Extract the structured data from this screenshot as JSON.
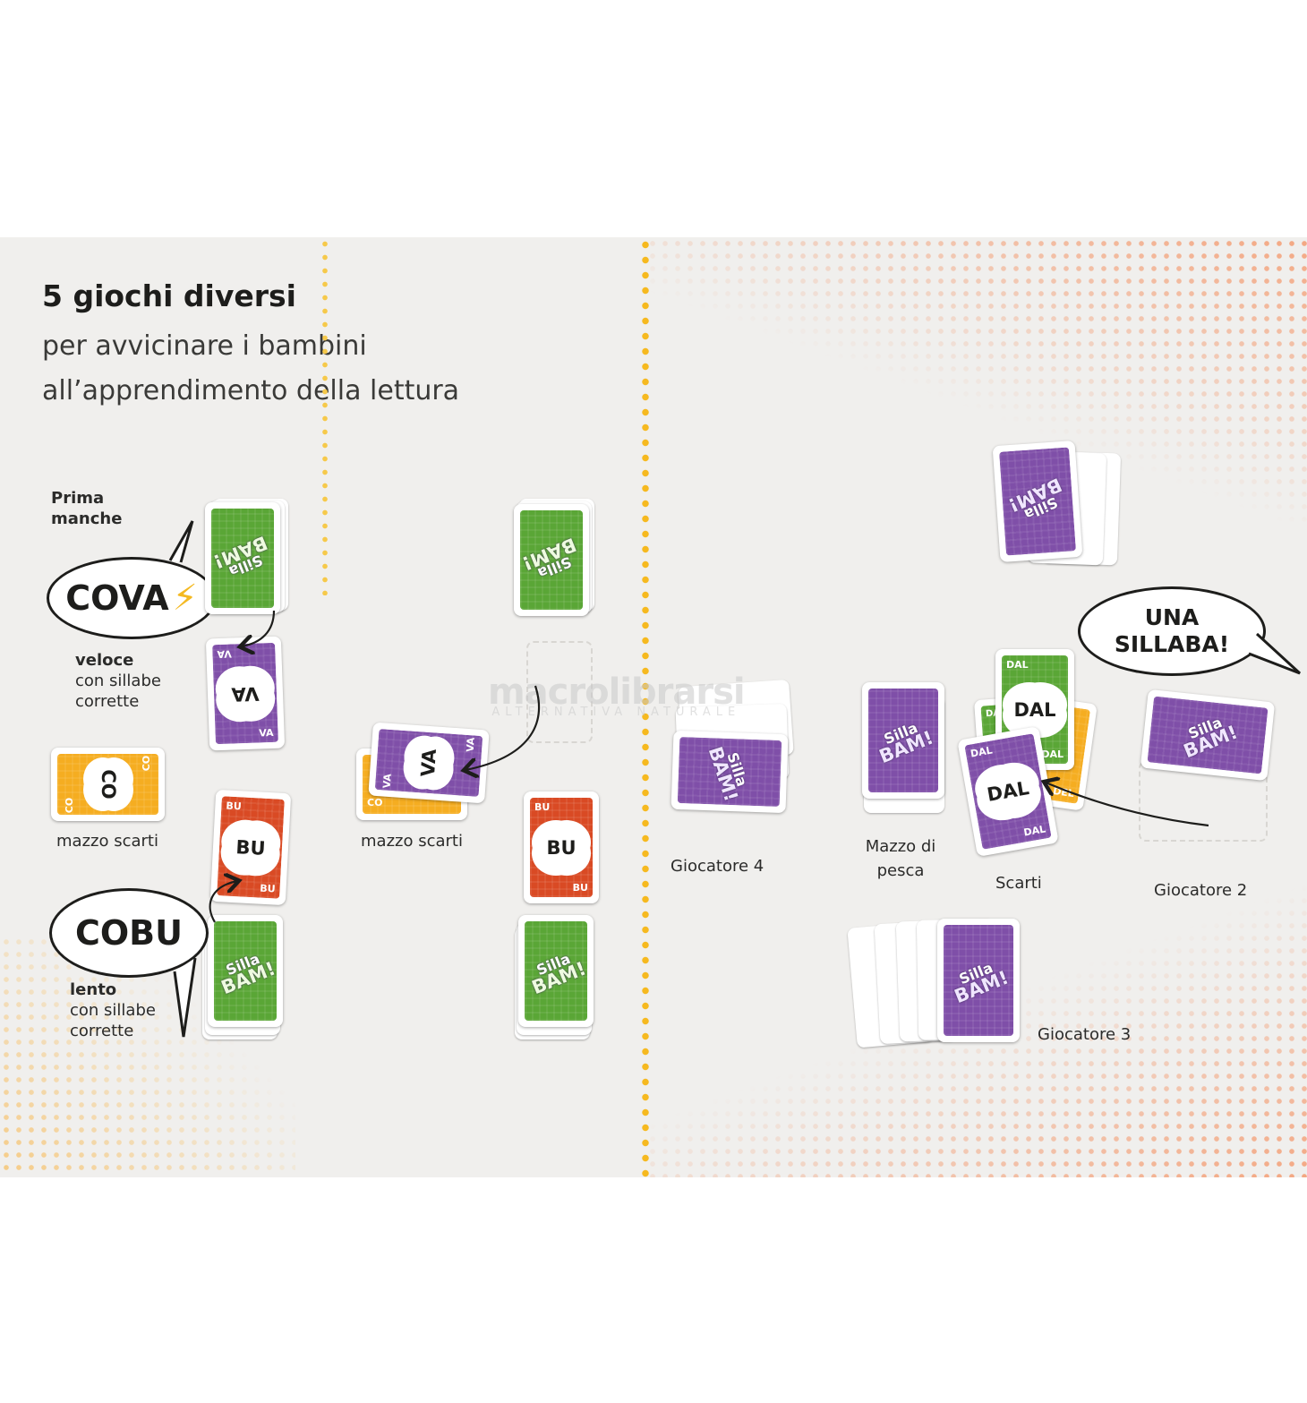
{
  "heading": {
    "title": "5 giochi diversi",
    "subtitle_line1": "per avvicinare i bambini",
    "subtitle_line2": "all’apprendimento della lettura"
  },
  "left_page": {
    "section_label": "Prima manche",
    "bubble_fast": "COVA",
    "fast_label_bold": "veloce",
    "fast_label_rest": "con sillabe corrette",
    "bubble_slow": "COBU",
    "slow_label_bold": "lento",
    "slow_label_rest": "con sillabe corrette",
    "discard_label_1": "mazzo scarti",
    "discard_label_2": "mazzo scarti",
    "card_co": "CO",
    "card_va": "VA",
    "card_bu": "BU",
    "logo_silla": "Silla",
    "logo_bam": "BAM!"
  },
  "right_page": {
    "bubble": "UNA SILLABA!",
    "player4": "Giocatore 4",
    "draw_pile": "Mazzo di pesca",
    "discards": "Scarti",
    "player2": "Giocatore 2",
    "player3": "Giocatore 3",
    "card_dal": "DAL",
    "card_del": "DEL"
  },
  "watermark": {
    "brand": "macrolibrarsi",
    "tagline": "ALTERNATIVA NATURALE"
  },
  "colors": {
    "green": "#5aa636",
    "purple": "#7f4fa8",
    "red": "#d94a24",
    "orange": "#f5ad21",
    "spine_dots": "#f6b91f"
  }
}
